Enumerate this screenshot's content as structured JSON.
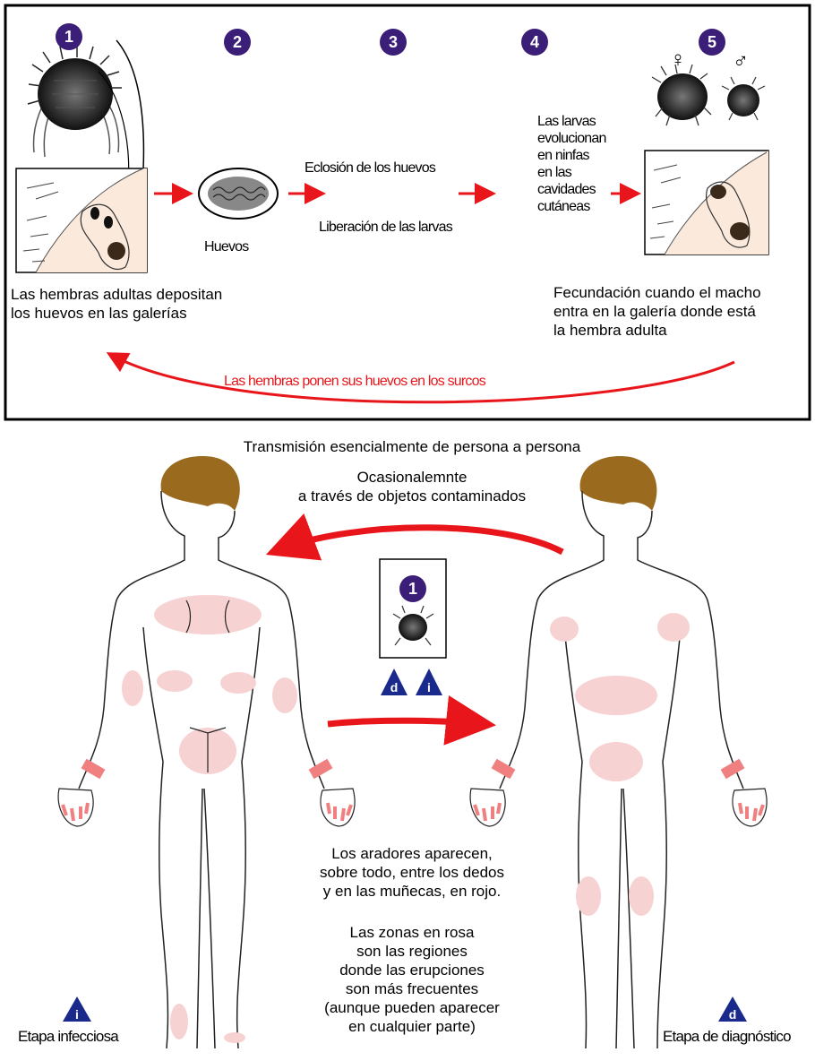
{
  "colors": {
    "step_badge": "#3a1e78",
    "arrow_red": "#e8161b",
    "rash_pink": "#f7d2d2",
    "mite_red": "#f08080",
    "hair_brown": "#9a6a1e",
    "skin_beige": "#fbe9dc",
    "triangle_blue": "#1a2a8c"
  },
  "life_cycle": {
    "steps": [
      "1",
      "2",
      "3",
      "4",
      "5"
    ],
    "step1_text": "Las hembras adultas depositan\nlos huevos en las galerías",
    "eggs_label": "Huevos",
    "hatching_label": "Eclosión de los huevos",
    "larvae_release_label": "Liberación de las larvas",
    "nymph_text": "Las larvas\nevolucionan\nen ninfas\nen las\ncavidades\ncutáneas",
    "female_symbol": "♀",
    "male_symbol": "♂",
    "fertilization_text": "Fecundación cuando el macho\nentra en la galería donde está\n la hembra adulta",
    "return_arrow_text": "Las hembras ponen sus huevos en los surcos"
  },
  "transmission": {
    "main_text": "Transmisión esencialmente de persona a persona",
    "secondary_text": "Ocasionalemnte\na través de objetos contaminados",
    "center_card_step": "1",
    "triangle_d": "d",
    "triangle_i": "i",
    "mites_text": "Los  aradores aparecen,\nsobre todo, entre los dedos\ny en las muñecas, en rojo.",
    "pink_text": "Las zonas en rosa\nson las regiones\ndonde las erupciones\nson más frecuentes\n(aunque pueden aparecer\nen cualquier parte)",
    "infective_label": "Etapa infecciosa",
    "diagnostic_label": "Etapa de diagnóstico"
  }
}
